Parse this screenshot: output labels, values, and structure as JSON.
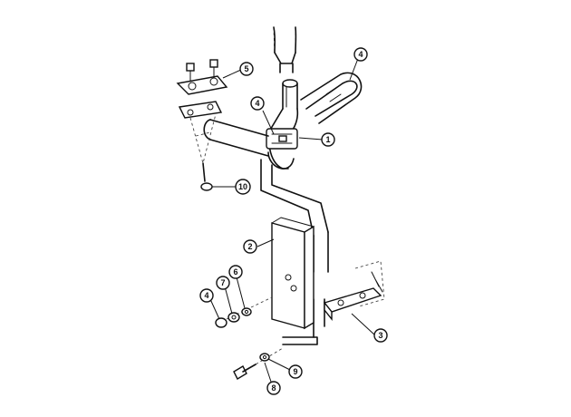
{
  "callouts": [
    {
      "id": "c1",
      "label": "1"
    },
    {
      "id": "c2",
      "label": "2"
    },
    {
      "id": "c3",
      "label": "3"
    },
    {
      "id": "c4a",
      "label": "4"
    },
    {
      "id": "c4b",
      "label": "4"
    },
    {
      "id": "c4c",
      "label": "4"
    },
    {
      "id": "c5",
      "label": "5"
    },
    {
      "id": "c6",
      "label": "6"
    },
    {
      "id": "c7",
      "label": "7"
    },
    {
      "id": "c8",
      "label": "8"
    },
    {
      "id": "c9",
      "label": "9"
    },
    {
      "id": "c10",
      "label": "10"
    }
  ]
}
